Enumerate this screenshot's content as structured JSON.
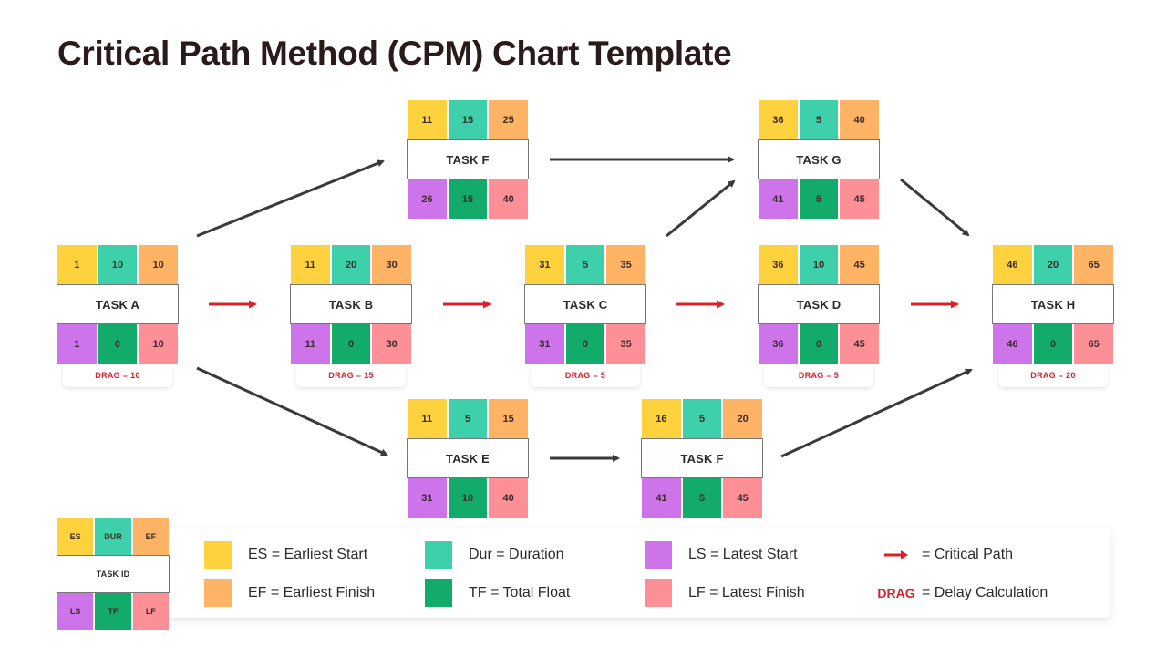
{
  "title": "Critical Path Method (CPM) Chart Template",
  "colors": {
    "es": "#fdd23e",
    "dur": "#3ecfab",
    "ef": "#feb365",
    "ls": "#cd74ea",
    "tf": "#12ab6a",
    "lf": "#fd8f97",
    "critical_arrow": "#d7212b",
    "normal_arrow": "#3a3a3a"
  },
  "nodes": {
    "taskA": {
      "name": "TASK A",
      "es": "1",
      "dur": "10",
      "ef": "10",
      "ls": "1",
      "tf": "0",
      "lf": "10",
      "drag": "DRAG = 10"
    },
    "taskB": {
      "name": "TASK B",
      "es": "11",
      "dur": "20",
      "ef": "30",
      "ls": "11",
      "tf": "0",
      "lf": "30",
      "drag": "DRAG = 15"
    },
    "taskC": {
      "name": "TASK C",
      "es": "31",
      "dur": "5",
      "ef": "35",
      "ls": "31",
      "tf": "0",
      "lf": "35",
      "drag": "DRAG = 5"
    },
    "taskD": {
      "name": "TASK D",
      "es": "36",
      "dur": "10",
      "ef": "45",
      "ls": "36",
      "tf": "0",
      "lf": "45",
      "drag": "DRAG = 5"
    },
    "taskH": {
      "name": "TASK H",
      "es": "46",
      "dur": "20",
      "ef": "65",
      "ls": "46",
      "tf": "0",
      "lf": "65",
      "drag": "DRAG = 20"
    },
    "taskFtop": {
      "name": "TASK F",
      "es": "11",
      "dur": "15",
      "ef": "25",
      "ls": "26",
      "tf": "15",
      "lf": "40"
    },
    "taskG": {
      "name": "TASK G",
      "es": "36",
      "dur": "5",
      "ef": "40",
      "ls": "41",
      "tf": "5",
      "lf": "45"
    },
    "taskE": {
      "name": "TASK E",
      "es": "11",
      "dur": "5",
      "ef": "15",
      "ls": "31",
      "tf": "10",
      "lf": "40"
    },
    "taskFbottom": {
      "name": "TASK F",
      "es": "16",
      "dur": "5",
      "ef": "20",
      "ls": "41",
      "tf": "5",
      "lf": "45"
    }
  },
  "key": {
    "es": "ES",
    "dur": "DUR",
    "ef": "EF",
    "name": "TASK ID",
    "ls": "LS",
    "tf": "TF",
    "lf": "LF"
  },
  "legend": {
    "es": "ES = Earliest Start",
    "ef": "EF = Earliest Finish",
    "dur": "Dur = Duration",
    "tf": "TF = Total Float",
    "ls": "LS = Latest Start",
    "lf": "LF = Latest Finish",
    "critical": "= Critical Path",
    "drag_word": "DRAG",
    "drag": "= Delay Calculation"
  }
}
